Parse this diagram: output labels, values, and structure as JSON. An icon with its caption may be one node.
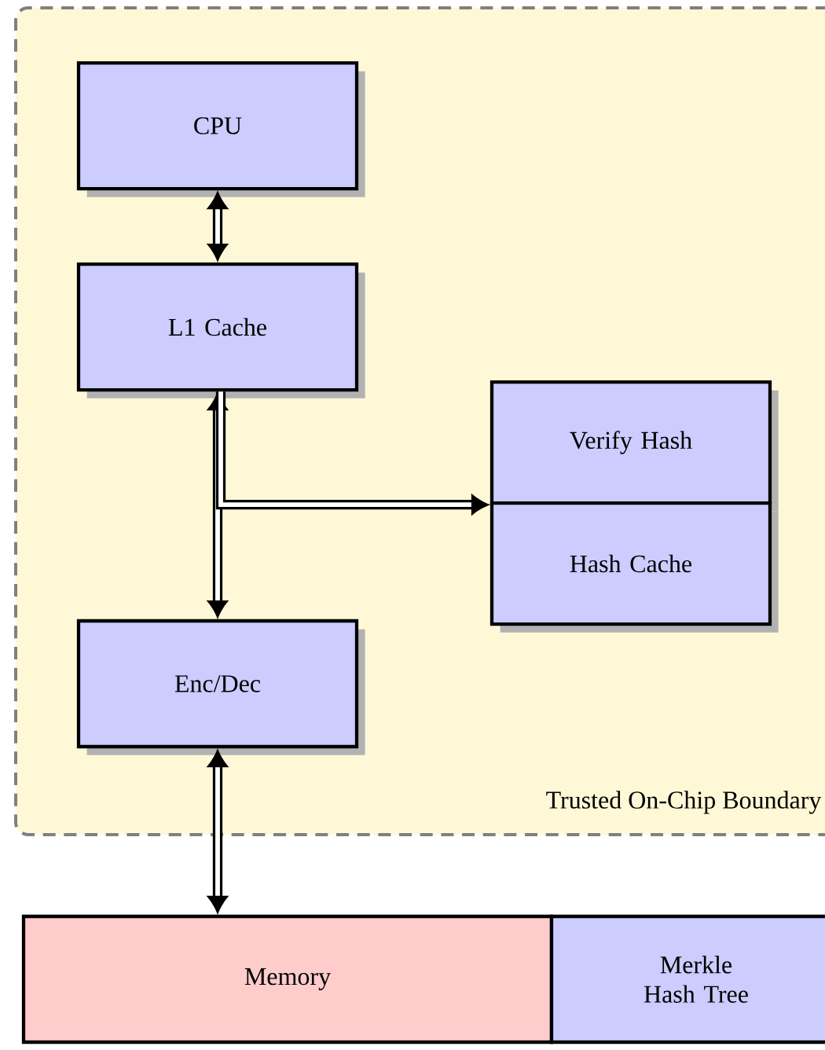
{
  "diagram": {
    "nodes": [
      {
        "text": [
          "Trusted On-Chip Boundary"
        ]
      },
      {
        "text": [
          "CPU"
        ],
        "in": 0
      },
      {
        "text": [
          "L1 Cache"
        ],
        "in": 0
      },
      {
        "text": [
          "Verify Hash"
        ],
        "in": 0
      },
      {
        "text": [
          "Hash Cache"
        ],
        "in": 0
      },
      {
        "text": [
          "Enc/Dec"
        ],
        "in": 0
      },
      {
        "text": [
          "Memory"
        ]
      },
      {
        "text": [
          "Merkle Hash Tree"
        ]
      }
    ],
    "edges": [
      {
        "from": 1,
        "to": 2,
        "arrow": "both"
      },
      {
        "from": 2,
        "to": 5,
        "arrow": "both"
      },
      {
        "from": 2,
        "to": 3,
        "arrow": "to"
      },
      {
        "from": 5,
        "to": 6,
        "arrow": "both"
      }
    ]
  }
}
